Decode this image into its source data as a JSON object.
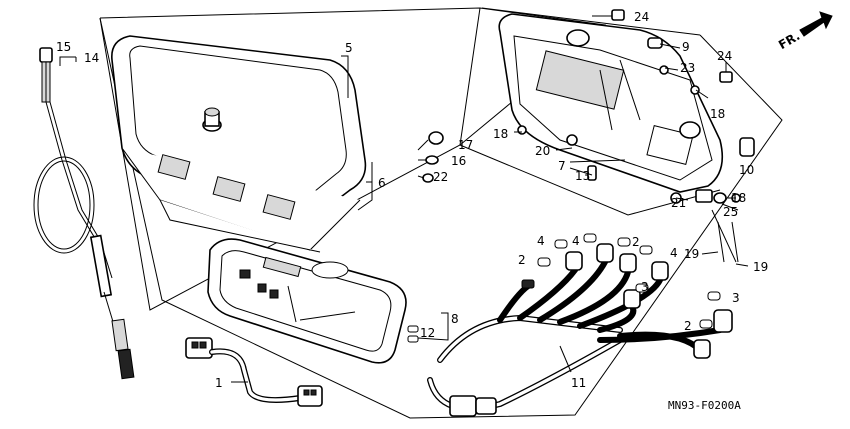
{
  "diagram": {
    "direction_label": "FR.",
    "figure_code": "MN93-F0200A",
    "callouts": {
      "c1": "1",
      "c2a": "2",
      "c2b": "2",
      "c2c": "2",
      "c3a": "3",
      "c3b": "3",
      "c4a": "4",
      "c4b": "4",
      "c4c": "4",
      "c5": "5",
      "c6": "6",
      "c7": "7",
      "c8": "8",
      "c9": "9",
      "c10": "10",
      "c11": "11",
      "c12": "12",
      "c13": "13",
      "c14": "14",
      "c15": "15",
      "c16": "16",
      "c17": "17",
      "c18a": "18",
      "c18b": "18",
      "c18c": "18",
      "c19a": "19",
      "c19b": "19",
      "c20": "20",
      "c21": "21",
      "c22": "22",
      "c23": "23",
      "c24a": "24",
      "c24b": "24",
      "c25": "25"
    }
  }
}
